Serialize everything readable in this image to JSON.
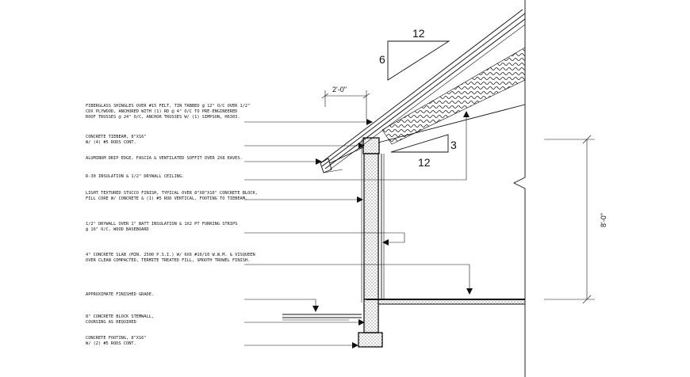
{
  "notes": [
    {
      "lines": [
        "FIBERGLASS SHINGLES OVER #15 FELT, TIN TABBED @ 12\" O/C OVER 1/2\"",
        "CDX PLYWOOD, ANCHORED WITH (1) RD @ 4\" O/C TO PRE-ENGINEERED",
        "ROOF TRUSSES @ 24\" O/C, ANCHOR TRUSSES W/ (1) SIMPSON, H6303."
      ]
    },
    {
      "lines": [
        "CONCRETE TIEBEAM, 8\"X16\"",
        "W/ (4) #5 RODS CONT."
      ]
    },
    {
      "lines": [
        "ALUMINUM DRIP EDGE, FASCIA & VENTILATED SOFFIT OVER 2X8 EAVES."
      ]
    },
    {
      "lines": [
        "R-30 INSULATION & 1/2\" DRYWALL CEILING."
      ]
    },
    {
      "lines": [
        "LIGHT TEXTURED STUCCO FINISH, TYPICAL OVER 8\"X8\"X16\" CONCRETE BLOCK,",
        "FILL CORE W/ CONCRETE & (1) #5 ROD VERTICAL, FOOTING TO TIEBEAM."
      ]
    },
    {
      "lines": [
        "1/2\" DRYWALL OVER 1\" BATT INSULATION & 1X2 PT FURRING STRIPS",
        "@ 16\" O/C, WOOD BASEBOARD"
      ]
    },
    {
      "lines": [
        "4\" CONCRETE SLAB (MIN. 2500 P.S.I.) W/ 6X6 #10/10 W.W.M. & VISQUEEN",
        "OVER CLEAN COMPACTED, TERMITE TREATED FILL, SMOOTH TROWEL FINISH."
      ]
    },
    {
      "lines": [
        "APPROXIMATE FINISHED GRADE."
      ]
    },
    {
      "lines": [
        "8\" CONCRETE BLOCK STEMWALL,",
        "COURSING AS REQUIRED"
      ]
    },
    {
      "lines": [
        "CONCRETE FOOTING, 8\"X16\"",
        "W/ (2) #5 RODS CONT."
      ]
    }
  ],
  "dimensions": {
    "overhang": "2'-0\"",
    "wall_height": "8'-0\""
  },
  "slopes": {
    "roof_rise": "6",
    "roof_run": "12",
    "ceiling_rise": "3",
    "ceiling_run": "12"
  }
}
